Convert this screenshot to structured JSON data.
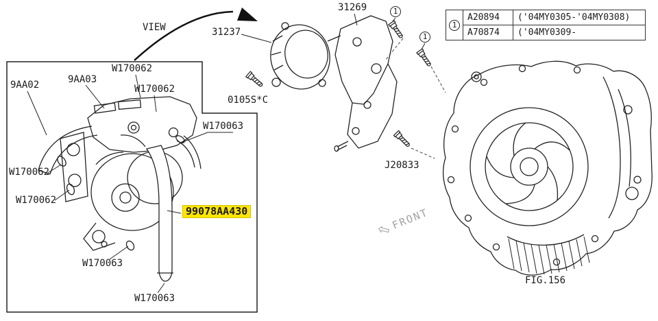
{
  "view": {
    "label": "VIEW"
  },
  "front": {
    "label": "FRONT",
    "arrow": "⇦"
  },
  "figure": {
    "label": "FIG.156"
  },
  "callout": {
    "num": "1"
  },
  "main_parts": {
    "pump": "31237",
    "bracket": "31269",
    "bolt_front": "0105S*C",
    "bolt_rear": "J20833"
  },
  "ref_table": {
    "rows": [
      {
        "part_no": "A20894",
        "applicability": "('04MY0305-'04MY0308)"
      },
      {
        "part_no": "A70874",
        "applicability": "('04MY0309-"
      }
    ]
  },
  "detail_view": {
    "labels": [
      {
        "text": "W170062"
      },
      {
        "text": "9AA03"
      },
      {
        "text": "W170062"
      },
      {
        "text": "9AA02"
      },
      {
        "text": "W170063"
      },
      {
        "text": "W170062"
      },
      {
        "text": "W170062"
      },
      {
        "text": "W170063"
      },
      {
        "text": "W170063"
      }
    ],
    "highlight": {
      "text": "99078AA430",
      "bg": "#ffe600"
    }
  },
  "colors": {
    "highlight_bg": "#ffe600",
    "line": "#222222",
    "front_gray": "#a3a3a3"
  }
}
